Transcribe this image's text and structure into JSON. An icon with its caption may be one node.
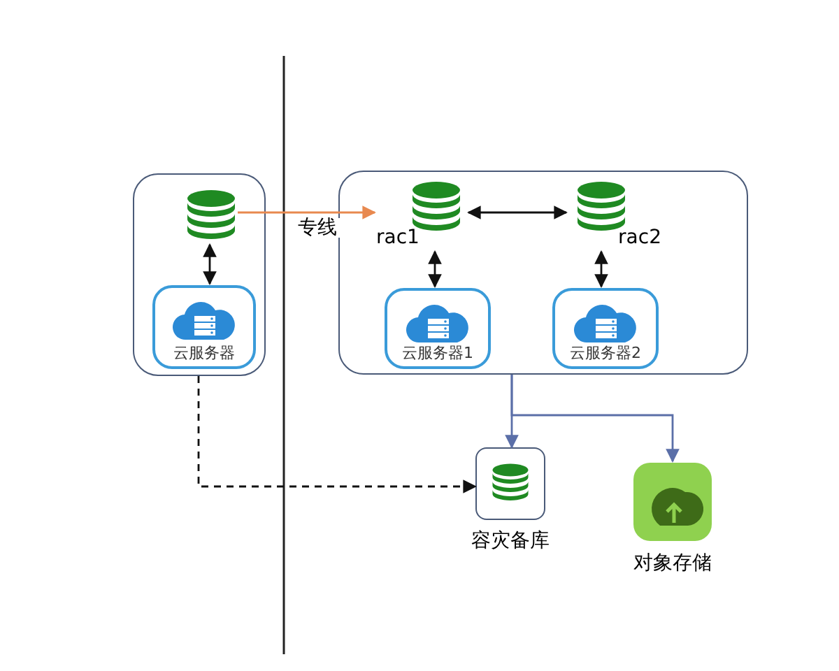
{
  "diagram": {
    "nodes": [
      {
        "text": [],
        "shape": "box"
      },
      {
        "text": [],
        "shape": "cylinder",
        "in": 0
      },
      {
        "text": [
          "云服务器"
        ],
        "in": 0
      },
      {
        "text": [],
        "shape": "box"
      },
      {
        "text": [
          "rac1"
        ],
        "in": 3
      },
      {
        "text": [
          "rac2"
        ],
        "in": 3
      },
      {
        "text": [
          "云服务器1"
        ],
        "in": 3
      },
      {
        "text": [
          "云服务器2"
        ],
        "in": 3
      },
      {
        "text": [
          "容灾备库"
        ]
      },
      {
        "text": [
          "对象存储"
        ]
      }
    ],
    "edges": [
      {
        "from": 1,
        "to": 4,
        "arrow": "to",
        "label": "专线",
        "color": "#e8894f"
      },
      {
        "from": 1,
        "to": 2,
        "arrow": "both"
      },
      {
        "from": 4,
        "to": 5,
        "arrow": "both"
      },
      {
        "from": 4,
        "to": 6,
        "arrow": "both"
      },
      {
        "from": 5,
        "to": 7,
        "arrow": "both"
      },
      {
        "from": 3,
        "to": 8,
        "arrow": "to",
        "color": "#5b6fa8"
      },
      {
        "from": 3,
        "to": 9,
        "arrow": "to",
        "color": "#5b6fa8"
      },
      {
        "from": 0,
        "to": 8,
        "arrow": "to",
        "style": "dashed"
      }
    ]
  }
}
